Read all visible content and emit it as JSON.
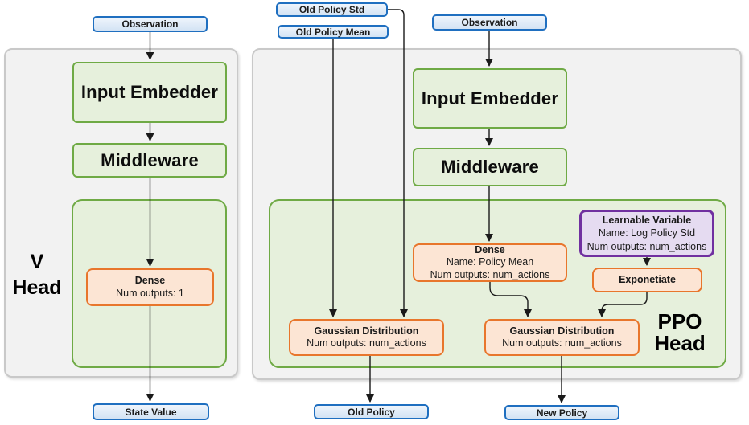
{
  "diagram": {
    "v_head": {
      "label_line1": "V",
      "label_line2": "Head",
      "observation": "Observation",
      "input_embedder": "Input Embedder",
      "middleware": "Middleware",
      "dense": {
        "title": "Dense",
        "line2": "Num outputs: 1"
      },
      "state_value": "State Value"
    },
    "ppo_head": {
      "label_line1": "PPO",
      "label_line2": "Head",
      "old_policy_std": "Old Policy Std",
      "old_policy_mean": "Old Policy Mean",
      "observation": "Observation",
      "input_embedder": "Input Embedder",
      "middleware": "Middleware",
      "dense": {
        "title": "Dense",
        "line2": "Name: Policy Mean",
        "line3": "Num outputs: num_actions"
      },
      "learnable_variable": {
        "title": "Learnable Variable",
        "line2": "Name: Log Policy Std",
        "line3": "Num outputs: num_actions"
      },
      "exponetiate": "Exponetiate",
      "gaussian_old": {
        "title": "Gaussian Distribution",
        "line2": "Num outputs: num_actions"
      },
      "gaussian_new": {
        "title": "Gaussian Distribution",
        "line2": "Num outputs: num_actions"
      },
      "old_policy": "Old Policy",
      "new_policy": "New Policy"
    },
    "colors": {
      "io_node_border": "#1f6fc0",
      "io_node_fill": "#d9e7f6",
      "network_node_border": "#6faa45",
      "network_node_fill": "#e6f0dc",
      "layer_node_border": "#e8762c",
      "layer_node_fill": "#fce5d4",
      "variable_node_border": "#7030a0",
      "variable_node_fill": "#e5dbf1",
      "panel_fill": "#f2f2f2",
      "panel_border": "#c9c9c9",
      "arrow": "#1a1a1a"
    }
  }
}
